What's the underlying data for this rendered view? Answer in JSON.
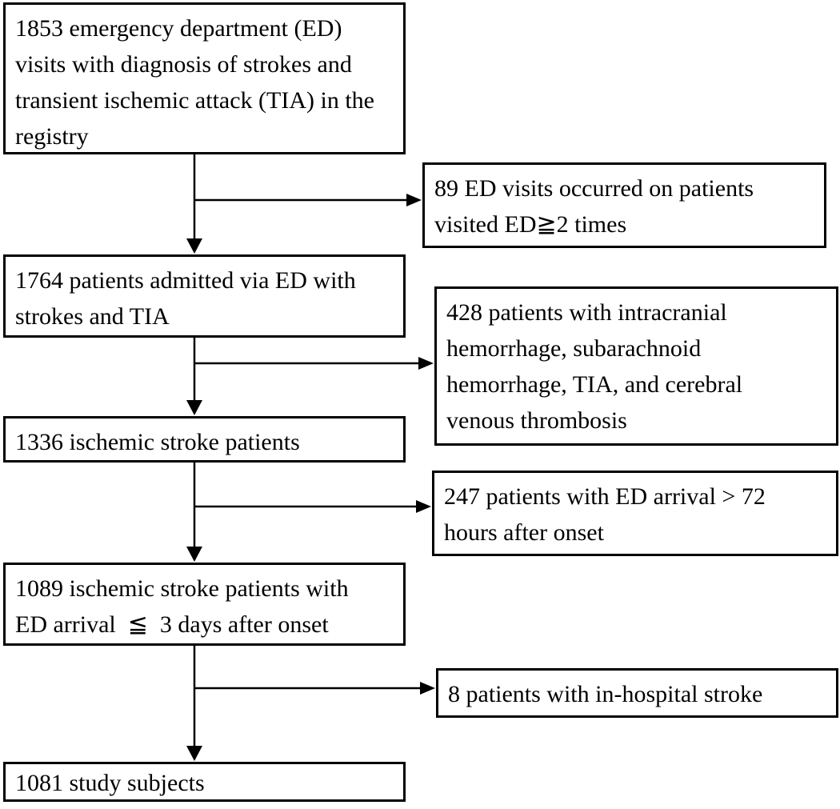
{
  "figure": {
    "type": "patient-selection-flowchart",
    "background_color": "#ffffff",
    "line_color": "#000000",
    "text_color": "#000000"
  },
  "boxes": {
    "main": [
      {
        "count": "1853",
        "lines": [
          "1853 emergency department (ED)",
          "visits with diagnosis of strokes and",
          "transient ischemic attack (TIA) in the",
          "registry"
        ]
      },
      {
        "count": "1764",
        "lines": [
          "1764 patients admitted via ED with",
          "strokes and TIA"
        ]
      },
      {
        "count": "1336",
        "lines": [
          "1336 ischemic stroke patients"
        ]
      },
      {
        "count": "1089",
        "lines": [
          "1089 ischemic stroke patients with",
          "ED arrival  ≦  3 days after onset"
        ]
      },
      {
        "count": "1081",
        "lines": [
          "1081 study subjects"
        ]
      }
    ],
    "excluded": [
      {
        "count": "89",
        "lines": [
          "89 ED visits occurred on patients",
          "visited ED≧2 times"
        ]
      },
      {
        "count": "428",
        "lines": [
          "428 patients with intracranial",
          "hemorrhage, subarachnoid",
          "hemorrhage, TIA, and cerebral",
          "venous thrombosis"
        ]
      },
      {
        "count": "247",
        "lines": [
          "247 patients with ED arrival > 72",
          "hours after onset"
        ]
      },
      {
        "count": "8",
        "lines": [
          "8 patients with in-hospital stroke"
        ]
      }
    ]
  }
}
